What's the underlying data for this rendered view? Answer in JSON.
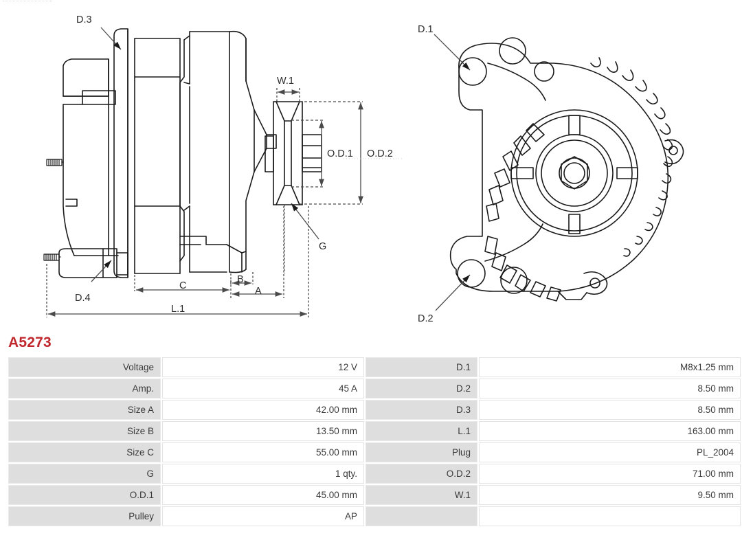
{
  "part": {
    "number": "A5273"
  },
  "drawing": {
    "labels": {
      "d1": "D.1",
      "d2": "D.2",
      "d3": "D.3",
      "d4": "D.4",
      "g": "G",
      "w1": "W.1",
      "od1": "O.D.1",
      "od2": "O.D.2",
      "a": "A",
      "b": "B",
      "c": "C",
      "l1": "L.1"
    },
    "views": {
      "side": "alternator-side-view",
      "front": "alternator-front-view",
      "pulley": "pulley-detail-view"
    }
  },
  "spec_table": {
    "rows": [
      {
        "label_left": "Voltage",
        "value_left": "12 V",
        "label_right": "D.1",
        "value_right": "M8x1.25 mm"
      },
      {
        "label_left": "Amp.",
        "value_left": "45 A",
        "label_right": "D.2",
        "value_right": "8.50 mm"
      },
      {
        "label_left": "Size A",
        "value_left": "42.00 mm",
        "label_right": "D.3",
        "value_right": "8.50 mm"
      },
      {
        "label_left": "Size B",
        "value_left": "13.50 mm",
        "label_right": "L.1",
        "value_right": "163.00 mm"
      },
      {
        "label_left": "Size C",
        "value_left": "55.00 mm",
        "label_right": "Plug",
        "value_right": "PL_2004"
      },
      {
        "label_left": "G",
        "value_left": "1 qty.",
        "label_right": "O.D.2",
        "value_right": "71.00 mm"
      },
      {
        "label_left": "O.D.1",
        "value_left": "45.00 mm",
        "label_right": "W.1",
        "value_right": "9.50 mm"
      },
      {
        "label_left": "Pulley",
        "value_left": "AP",
        "label_right": "",
        "value_right": ""
      }
    ]
  },
  "colors": {
    "title": "#c0282d",
    "label_cell_bg": "#dededf",
    "value_cell_bg": "#ffffff",
    "line": "#1a1a1a",
    "dimension": "#555555"
  }
}
